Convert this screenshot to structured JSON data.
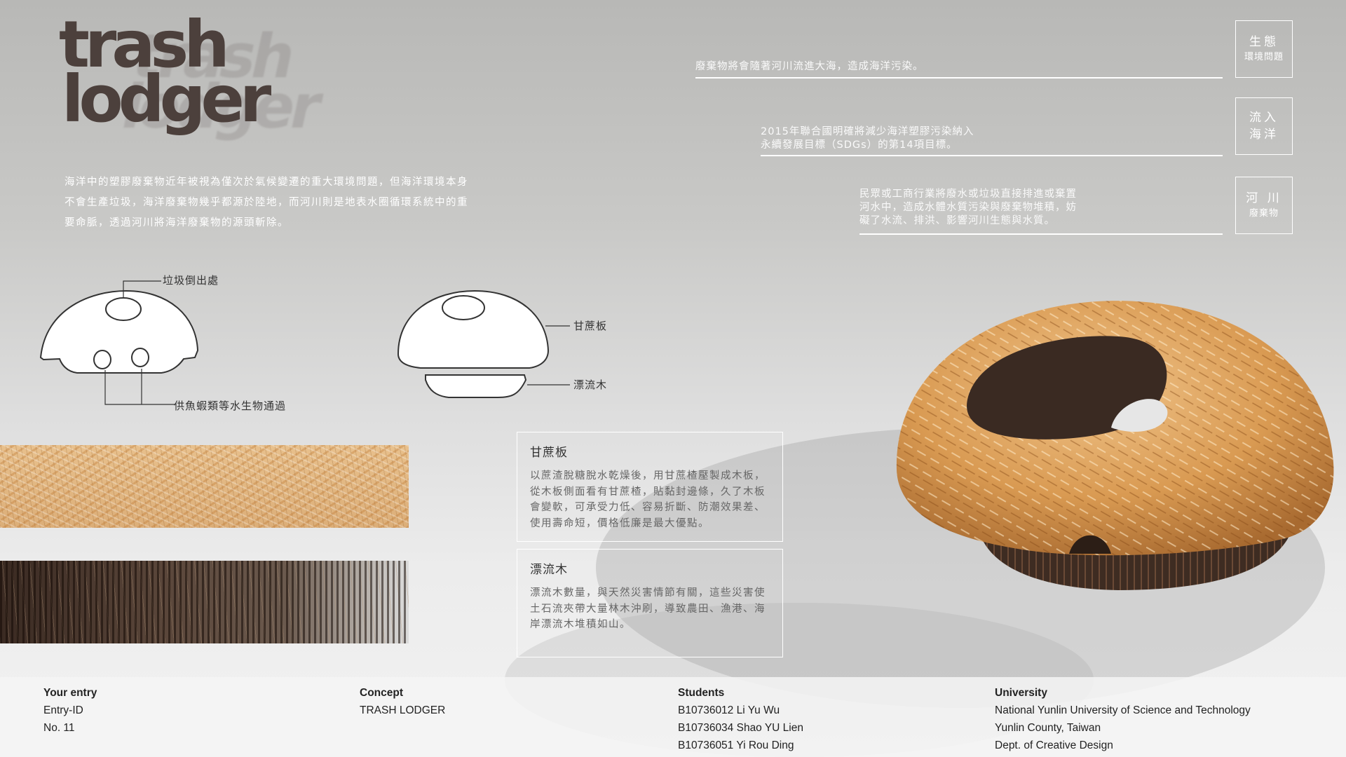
{
  "logo": {
    "line1": "trash",
    "line2": "lodger"
  },
  "intro": "海洋中的塑膠廢棄物近年被視為僅次於氣候變遷的重大環境問題，但海洋環境本身不會生產垃圾，海洋廢棄物幾乎都源於陸地，而河川則是地表水圈循環系統中的重要命脈，透過河川將海洋廢棄物的源頭斬除。",
  "issues": [
    {
      "text_lines": [
        "廢棄物將會隨著河川流進大海，造成海洋污染。"
      ],
      "box_big": "生態",
      "box_small": "環境問題"
    },
    {
      "text_lines": [
        "2015年聯合國明確將減少海洋塑膠污染納入",
        "永續發展目標（SDGs）的第14項目標。"
      ],
      "box_big": "流入",
      "box_small": "海洋"
    },
    {
      "text_lines": [
        "民眾或工商行業將廢水或垃圾直接排進或棄置",
        "河水中，造成水體水質污染與廢棄物堆積，妨",
        "礙了水流、排洪、影響河川生態與水質。"
      ],
      "box_big": "河 川",
      "box_small": "廢棄物"
    }
  ],
  "diagram": {
    "label_opening": "垃圾倒出處",
    "label_holes": "供魚蝦類等水生物通過",
    "label_bagasse": "甘蔗板",
    "label_driftwood": "漂流木"
  },
  "materials": [
    {
      "title": "甘蔗板",
      "body": "以蔗渣脫糖脫水乾燥後，用甘蔗楂壓製成木板，從木板側面看有甘蔗楂，貼黏封邊條，久了木板會變軟，可承受力低、容易折斷、防潮效果差、使用壽命短，價格低廉是最大優點。"
    },
    {
      "title": "漂流木",
      "body": "漂流木數量，與天然災害情節有關，這些災害使土石流夾帶大量林木沖刷，導致農田、漁港、海岸漂流木堆積如山。"
    }
  ],
  "footer": {
    "entry": {
      "heading": "Your entry",
      "line1": "Entry-ID",
      "line2": "No. 11"
    },
    "concept": {
      "heading": "Concept",
      "line1": "TRASH LODGER"
    },
    "students": {
      "heading": "Students",
      "line1": "B10736012  Li Yu Wu",
      "line2": "B10736034  Shao YU Lien",
      "line3": "B10736051  Yi Rou Ding"
    },
    "university": {
      "heading": "University",
      "line1": "National Yunlin University of Science and Technology",
      "line2": "Yunlin County, Taiwan",
      "line3": "Dept. of Creative Design"
    }
  },
  "colors": {
    "logo": "#4c403c",
    "straw": "#e0b27a",
    "wood": "#3e2c22"
  }
}
